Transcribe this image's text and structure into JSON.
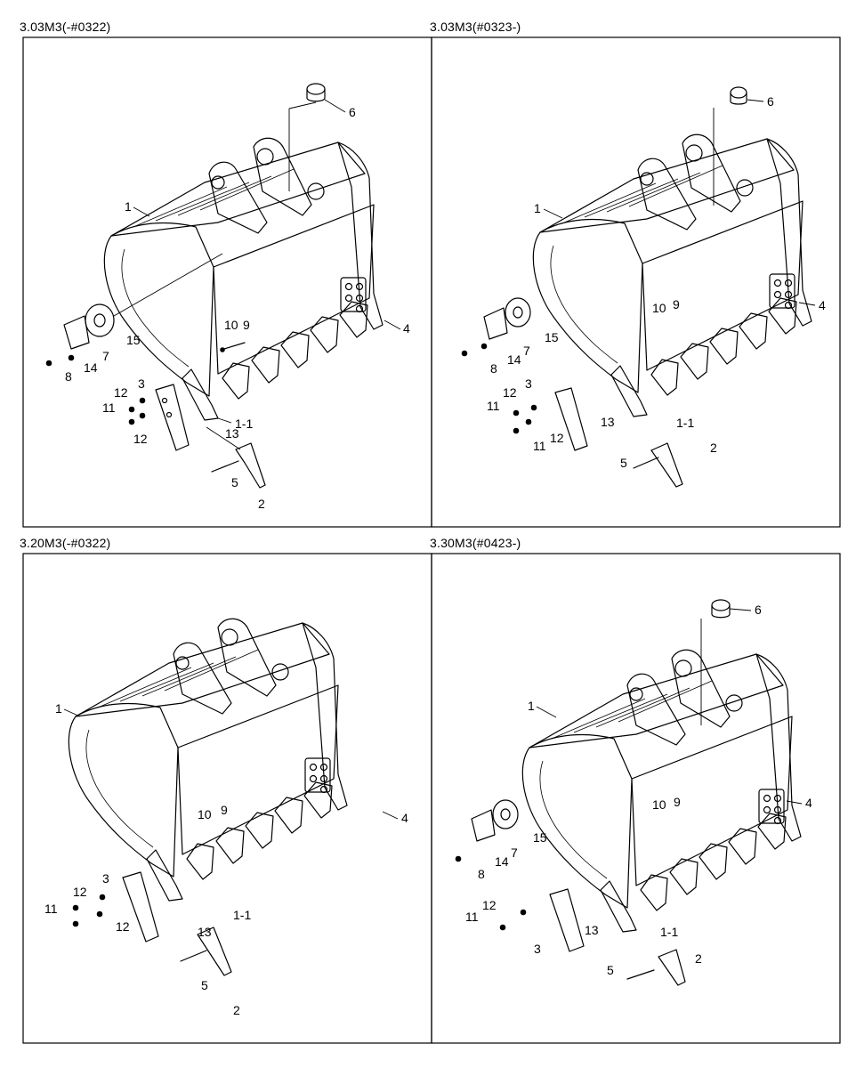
{
  "panels": [
    {
      "title": "3.03M3(-#0322)",
      "callouts": [
        "1",
        "6",
        "15",
        "7",
        "14",
        "8",
        "10",
        "9",
        "4",
        "3",
        "12",
        "11",
        "12",
        "1-1",
        "13",
        "5",
        "2"
      ]
    },
    {
      "title": "3.03M3(#0323-)",
      "callouts": [
        "6",
        "1",
        "4",
        "15",
        "7",
        "8",
        "14",
        "10",
        "9",
        "3",
        "12",
        "11",
        "12",
        "11",
        "13",
        "1-1",
        "2",
        "5"
      ]
    },
    {
      "title": "3.20M3(-#0322)",
      "callouts": [
        "1",
        "4",
        "10",
        "9",
        "3",
        "12",
        "11",
        "12",
        "1-1",
        "13",
        "5",
        "2"
      ]
    },
    {
      "title": "3.30M3(#0423-)",
      "callouts": [
        "6",
        "1",
        "4",
        "10",
        "9",
        "15",
        "7",
        "14",
        "8",
        "12",
        "11",
        "3",
        "13",
        "1-1",
        "5",
        "2"
      ]
    }
  ],
  "icons": {
    "bucket": "excavator-bucket-drawing",
    "tooth": "bucket-tooth-drawing",
    "pin": "pin-drawing",
    "bushing": "bushing-drawing",
    "shim": "shim-drawing"
  }
}
